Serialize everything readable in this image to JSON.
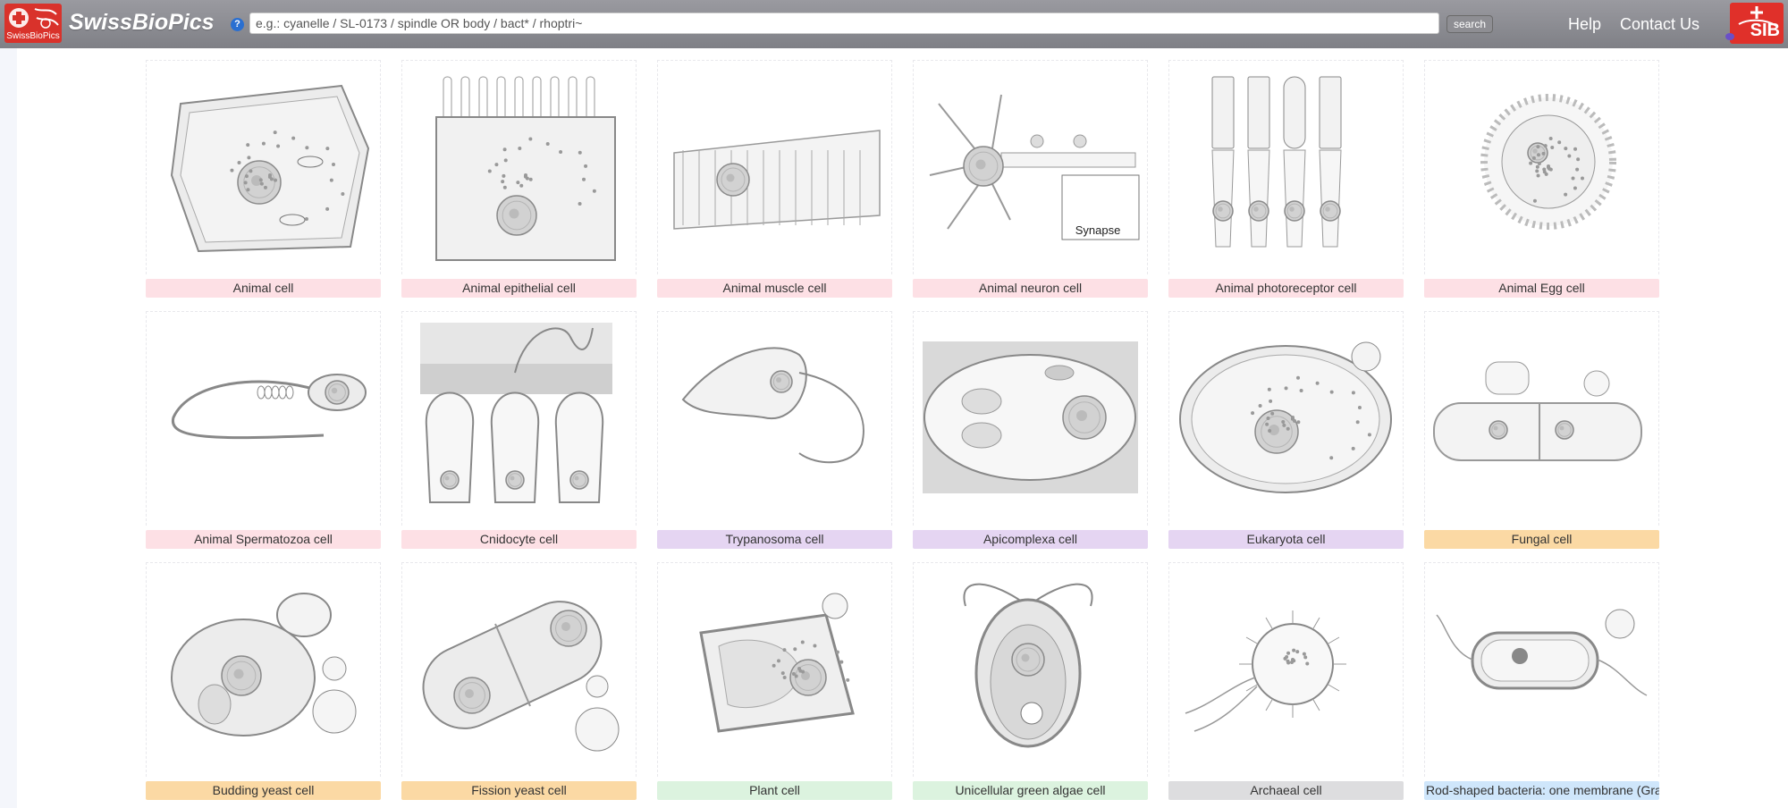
{
  "header": {
    "brand_name": "SwissBioPics",
    "logo_text": "SwissBioPics",
    "help_icon": "?",
    "search_placeholder": "e.g.: cyanelle / SL-0173 / spindle OR body / bact* / rhoptri~",
    "search_label": "search",
    "nav_help": "Help",
    "nav_contact": "Contact Us",
    "sib_logo_text": "SIB"
  },
  "colors": {
    "animal": "#fde0e5",
    "protist": "#e5d5f2",
    "fungal": "#fbd9a4",
    "plant": "#dcf3df",
    "archaea": "#dddddf",
    "bacteria": "#cfe6fb"
  },
  "cells": [
    {
      "name": "Animal cell",
      "group": "animal",
      "icon": "animal-cell-icon"
    },
    {
      "name": "Animal epithelial cell",
      "group": "animal",
      "icon": "epithelial-cell-icon"
    },
    {
      "name": "Animal muscle cell",
      "group": "animal",
      "icon": "muscle-cell-icon"
    },
    {
      "name": "Animal neuron cell",
      "group": "animal",
      "icon": "neuron-cell-icon",
      "inset_label": "Synapse"
    },
    {
      "name": "Animal photoreceptor cell",
      "group": "animal",
      "icon": "photoreceptor-cell-icon"
    },
    {
      "name": "Animal Egg cell",
      "group": "animal",
      "icon": "egg-cell-icon"
    },
    {
      "name": "Animal Spermatozoa cell",
      "group": "animal",
      "icon": "spermatozoa-cell-icon"
    },
    {
      "name": "Cnidocyte cell",
      "group": "animal",
      "icon": "cnidocyte-cell-icon"
    },
    {
      "name": "Trypanosoma cell",
      "group": "protist",
      "icon": "trypanosoma-cell-icon"
    },
    {
      "name": "Apicomplexa cell",
      "group": "protist",
      "icon": "apicomplexa-cell-icon"
    },
    {
      "name": "Eukaryota cell",
      "group": "protist",
      "icon": "eukaryota-cell-icon"
    },
    {
      "name": "Fungal cell",
      "group": "fungal",
      "icon": "fungal-cell-icon"
    },
    {
      "name": "Budding yeast cell",
      "group": "fungal",
      "icon": "budding-yeast-cell-icon"
    },
    {
      "name": "Fission yeast cell",
      "group": "fungal",
      "icon": "fission-yeast-cell-icon"
    },
    {
      "name": "Plant cell",
      "group": "plant",
      "icon": "plant-cell-icon"
    },
    {
      "name": "Unicellular green algae cell",
      "group": "plant",
      "icon": "green-algae-cell-icon"
    },
    {
      "name": "Archaeal cell",
      "group": "archaea",
      "icon": "archaeal-cell-icon"
    },
    {
      "name": "Rod-shaped bacteria: one membrane (Gra",
      "group": "bacteria",
      "icon": "rod-bacteria-cell-icon"
    }
  ]
}
